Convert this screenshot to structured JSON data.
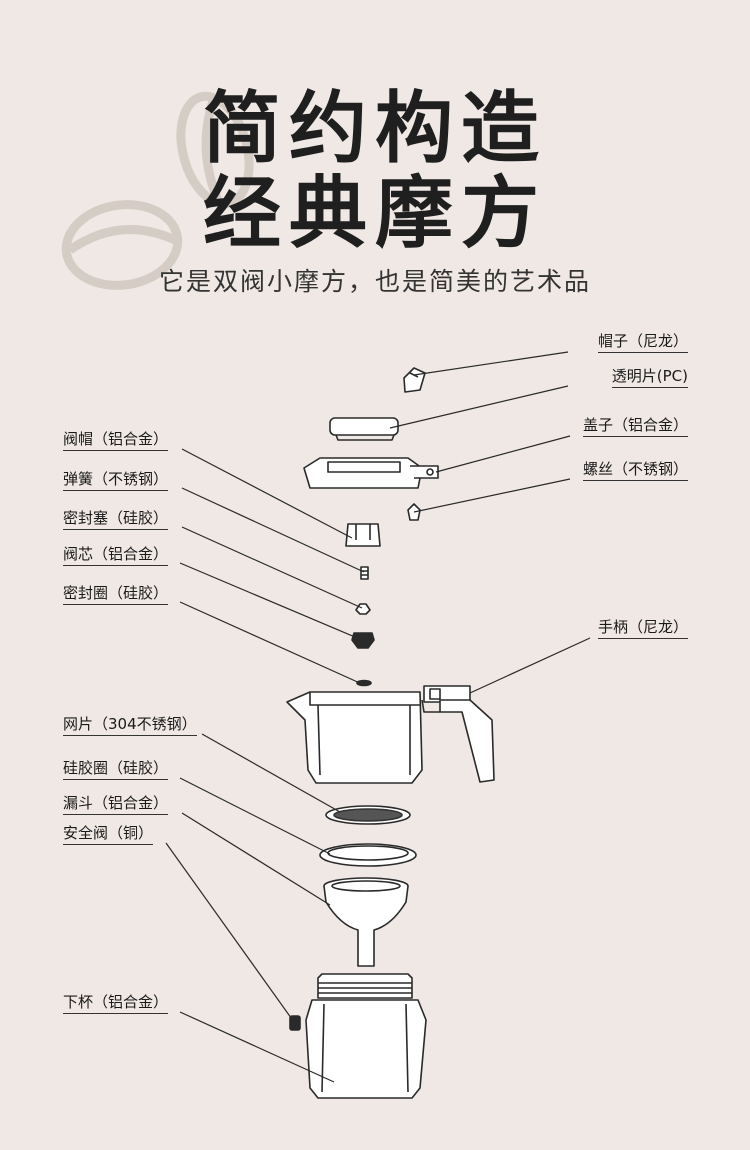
{
  "heading": {
    "line1": "简约构造",
    "line2": "经典摩方",
    "subtitle": "它是双阀小摩方，也是简美的艺术品"
  },
  "parts": {
    "cap": "帽子（尼龙）",
    "clear_piece": "透明片(PC)",
    "lid": "盖子（铝合金）",
    "screw": "螺丝（不锈钢）",
    "valve_cap": "阀帽（铝合金）",
    "spring": "弹簧（不锈钢）",
    "seal_plug": "密封塞（硅胶）",
    "valve_core": "阀芯（铝合金）",
    "seal_ring": "密封圈（硅胶）",
    "handle": "手柄（尼龙）",
    "mesh": "网片（304不锈钢）",
    "silicone_ring": "硅胶圈（硅胶）",
    "funnel": "漏斗（铝合金）",
    "safety_valve": "安全阀（铜）",
    "lower_cup": "下杯（铝合金）"
  },
  "colors": {
    "background": "#efe8e4",
    "line": "#2a2a2a",
    "bean": "#d9d0ca"
  }
}
